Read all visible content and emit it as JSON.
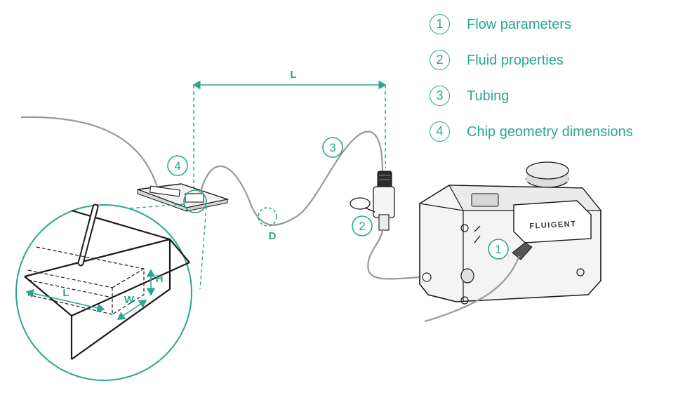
{
  "legend": {
    "items": [
      {
        "number": "1",
        "label": "Flow parameters"
      },
      {
        "number": "2",
        "label": "Fluid properties"
      },
      {
        "number": "3",
        "label": "Tubing"
      },
      {
        "number": "4",
        "label": "Chip geometry dimensions"
      }
    ]
  },
  "diagram": {
    "tubing_length_label": "L",
    "tubing_diameter_label": "D",
    "channel_length_label": "L",
    "channel_width_label": "W",
    "channel_height_label": "H",
    "callouts": [
      "1",
      "2",
      "3",
      "4"
    ],
    "device_brand": "FLUIGENT"
  },
  "colors": {
    "accent": "#2aa690",
    "line_art": "#1a1a1a",
    "shading": "#e6e6e6"
  }
}
